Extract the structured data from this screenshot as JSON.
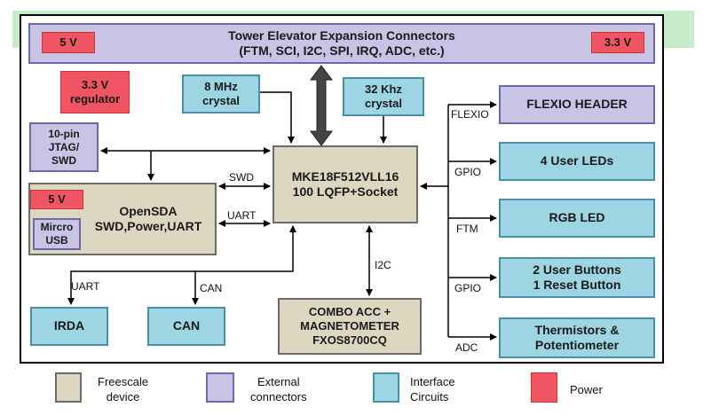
{
  "header": {
    "title": "Tower Elevator Expansion Connectors",
    "subtitle": "(FTM, SCI, I2C, SPI, IRQ, ADC, etc.)",
    "power_left": "5 V",
    "power_right": "3.3 V"
  },
  "blocks": {
    "regulator": "3.3 V\nregulator",
    "crystal_8mhz": "8 MHz\ncrystal",
    "crystal_32khz": "32 Khz\ncrystal",
    "jtag": "10-pin\nJTAG/\nSWD",
    "mcu": "MKE18F512VLL16\n100 LQFP+Socket",
    "opensda_power": "5 V",
    "opensda": "OpenSDA\nSWD,Power,UART",
    "usb": "Mircro\nUSB",
    "irda": "IRDA",
    "can": "CAN",
    "combo": "COMBO ACC +\nMAGNETOMETER\nFXOS8700CQ",
    "flexio_header": "FLEXIO HEADER",
    "user_leds": "4 User LEDs",
    "rgb_led": "RGB LED",
    "buttons": "2 User Buttons\n1 Reset Button",
    "thermistors": "Thermistors &\nPotentiometer"
  },
  "signals": {
    "swd": "SWD",
    "uart": "UART",
    "uart_irda": "UART",
    "can": "CAN",
    "i2c": "I2C",
    "flexio": "FLEXIO",
    "gpio_leds": "GPIO",
    "ftm": "FTM",
    "gpio_buttons": "GPIO",
    "adc": "ADC"
  },
  "legend": {
    "freescale": "Freescale\ndevice",
    "external": "External\nconnectors",
    "interface": "Interface\nCircuits",
    "power": "Power"
  },
  "colors": {
    "freescale": "#ddd7c1",
    "external": "#c9c3e6",
    "interface": "#9dd5e3",
    "power": "#ef5562",
    "header_band": "#c6ecc9"
  }
}
